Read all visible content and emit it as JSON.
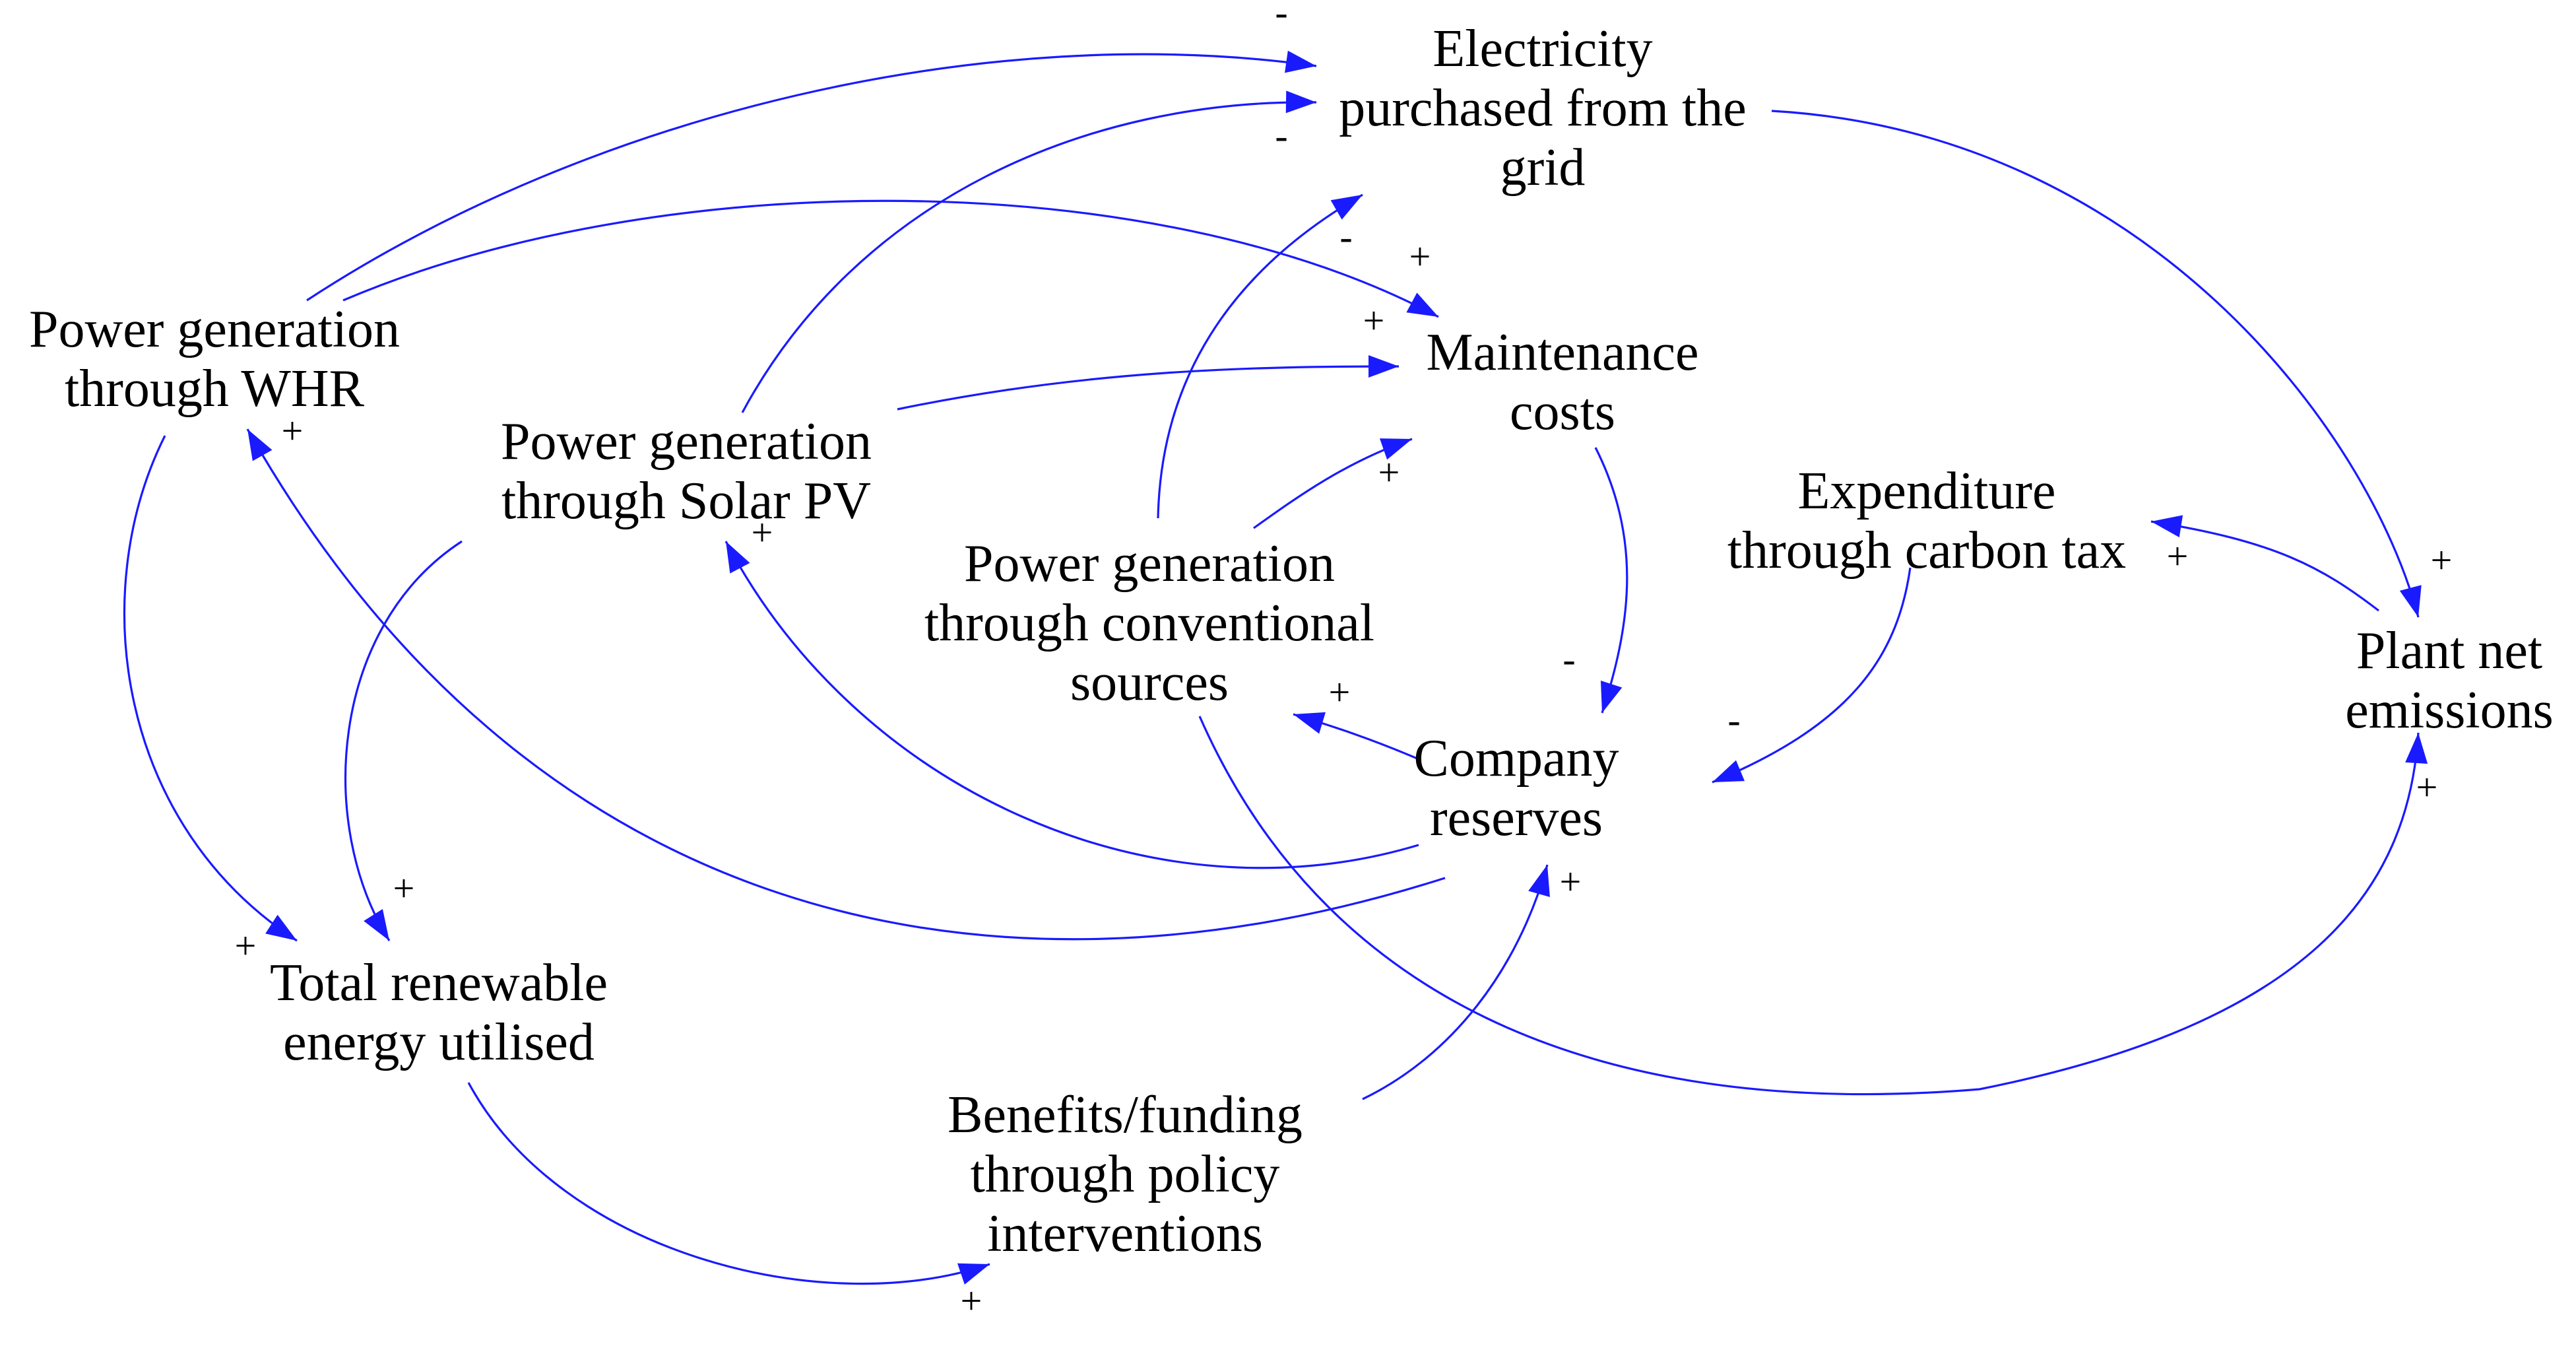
{
  "colors": {
    "link": "#1a1aff",
    "text": "#000000",
    "background": "#ffffff"
  },
  "nodes": {
    "grid": {
      "lines": [
        "Electricity",
        "purchased from the",
        "grid"
      ]
    },
    "maintenance": {
      "lines": [
        "Maintenance",
        "costs"
      ]
    },
    "whr": {
      "lines": [
        "Power generation",
        "through WHR"
      ]
    },
    "solar": {
      "lines": [
        "Power generation",
        "through Solar PV"
      ]
    },
    "conventional": {
      "lines": [
        "Power generation",
        "through conventional",
        "sources"
      ]
    },
    "carbon_tax": {
      "lines": [
        "Expenditure",
        "through carbon tax"
      ]
    },
    "emissions": {
      "lines": [
        "Plant net",
        "emissions"
      ]
    },
    "reserves": {
      "lines": [
        "Company",
        "reserves"
      ]
    },
    "renewable": {
      "lines": [
        "Total renewable",
        "energy utilised"
      ]
    },
    "benefits": {
      "lines": [
        "Benefits/funding",
        "through policy",
        "interventions"
      ]
    }
  },
  "links": [
    {
      "id": "whr-to-grid",
      "from": "whr",
      "to": "grid",
      "polarity": "-"
    },
    {
      "id": "solar-to-grid",
      "from": "solar",
      "to": "grid",
      "polarity": "-"
    },
    {
      "id": "conventional-to-grid",
      "from": "conventional",
      "to": "grid",
      "polarity": "-"
    },
    {
      "id": "whr-to-maintenance",
      "from": "whr",
      "to": "maintenance",
      "polarity": "+"
    },
    {
      "id": "solar-to-maintenance",
      "from": "solar",
      "to": "maintenance",
      "polarity": "+"
    },
    {
      "id": "conventional-to-maintenance",
      "from": "conventional",
      "to": "maintenance",
      "polarity": "+"
    },
    {
      "id": "maintenance-to-reserves",
      "from": "maintenance",
      "to": "reserves",
      "polarity": "-"
    },
    {
      "id": "grid-to-emissions",
      "from": "grid",
      "to": "emissions",
      "polarity": "+"
    },
    {
      "id": "emissions-to-carbon-tax",
      "from": "emissions",
      "to": "carbon_tax",
      "polarity": "+"
    },
    {
      "id": "carbon-tax-to-reserves",
      "from": "carbon_tax",
      "to": "reserves",
      "polarity": "-"
    },
    {
      "id": "reserves-to-conventional",
      "from": "reserves",
      "to": "conventional",
      "polarity": "+"
    },
    {
      "id": "reserves-to-solar",
      "from": "reserves",
      "to": "solar",
      "polarity": "+"
    },
    {
      "id": "reserves-to-whr",
      "from": "reserves",
      "to": "whr",
      "polarity": "+"
    },
    {
      "id": "conventional-to-emissions",
      "from": "conventional",
      "to": "emissions",
      "polarity": "+"
    },
    {
      "id": "whr-to-renewable",
      "from": "whr",
      "to": "renewable",
      "polarity": "+"
    },
    {
      "id": "solar-to-renewable",
      "from": "solar",
      "to": "renewable",
      "polarity": "+"
    },
    {
      "id": "renewable-to-benefits",
      "from": "renewable",
      "to": "benefits",
      "polarity": "+"
    },
    {
      "id": "benefits-to-reserves",
      "from": "benefits",
      "to": "reserves",
      "polarity": "+"
    }
  ]
}
